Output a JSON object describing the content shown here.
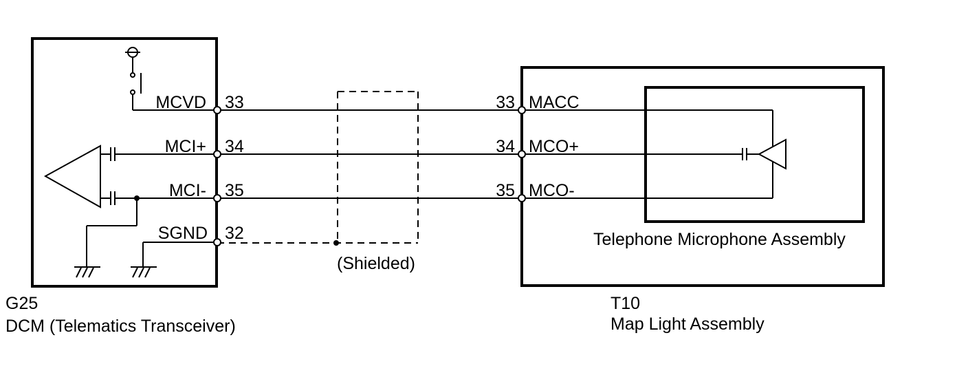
{
  "dcm": {
    "code": "G25",
    "name": "DCM (Telematics Transceiver)",
    "pins": [
      {
        "signal": "MCVD",
        "number": "33"
      },
      {
        "signal": "MCI+",
        "number": "34"
      },
      {
        "signal": "MCI-",
        "number": "35"
      },
      {
        "signal": "SGND",
        "number": "32"
      }
    ]
  },
  "map_light": {
    "code": "T10",
    "name": "Map Light Assembly",
    "pins": [
      {
        "signal": "MACC",
        "number": "33"
      },
      {
        "signal": "MCO+",
        "number": "34"
      },
      {
        "signal": "MCO-",
        "number": "35"
      }
    ]
  },
  "microphone": {
    "name": "Telephone Microphone Assembly"
  },
  "shield": {
    "label": "(Shielded)"
  }
}
